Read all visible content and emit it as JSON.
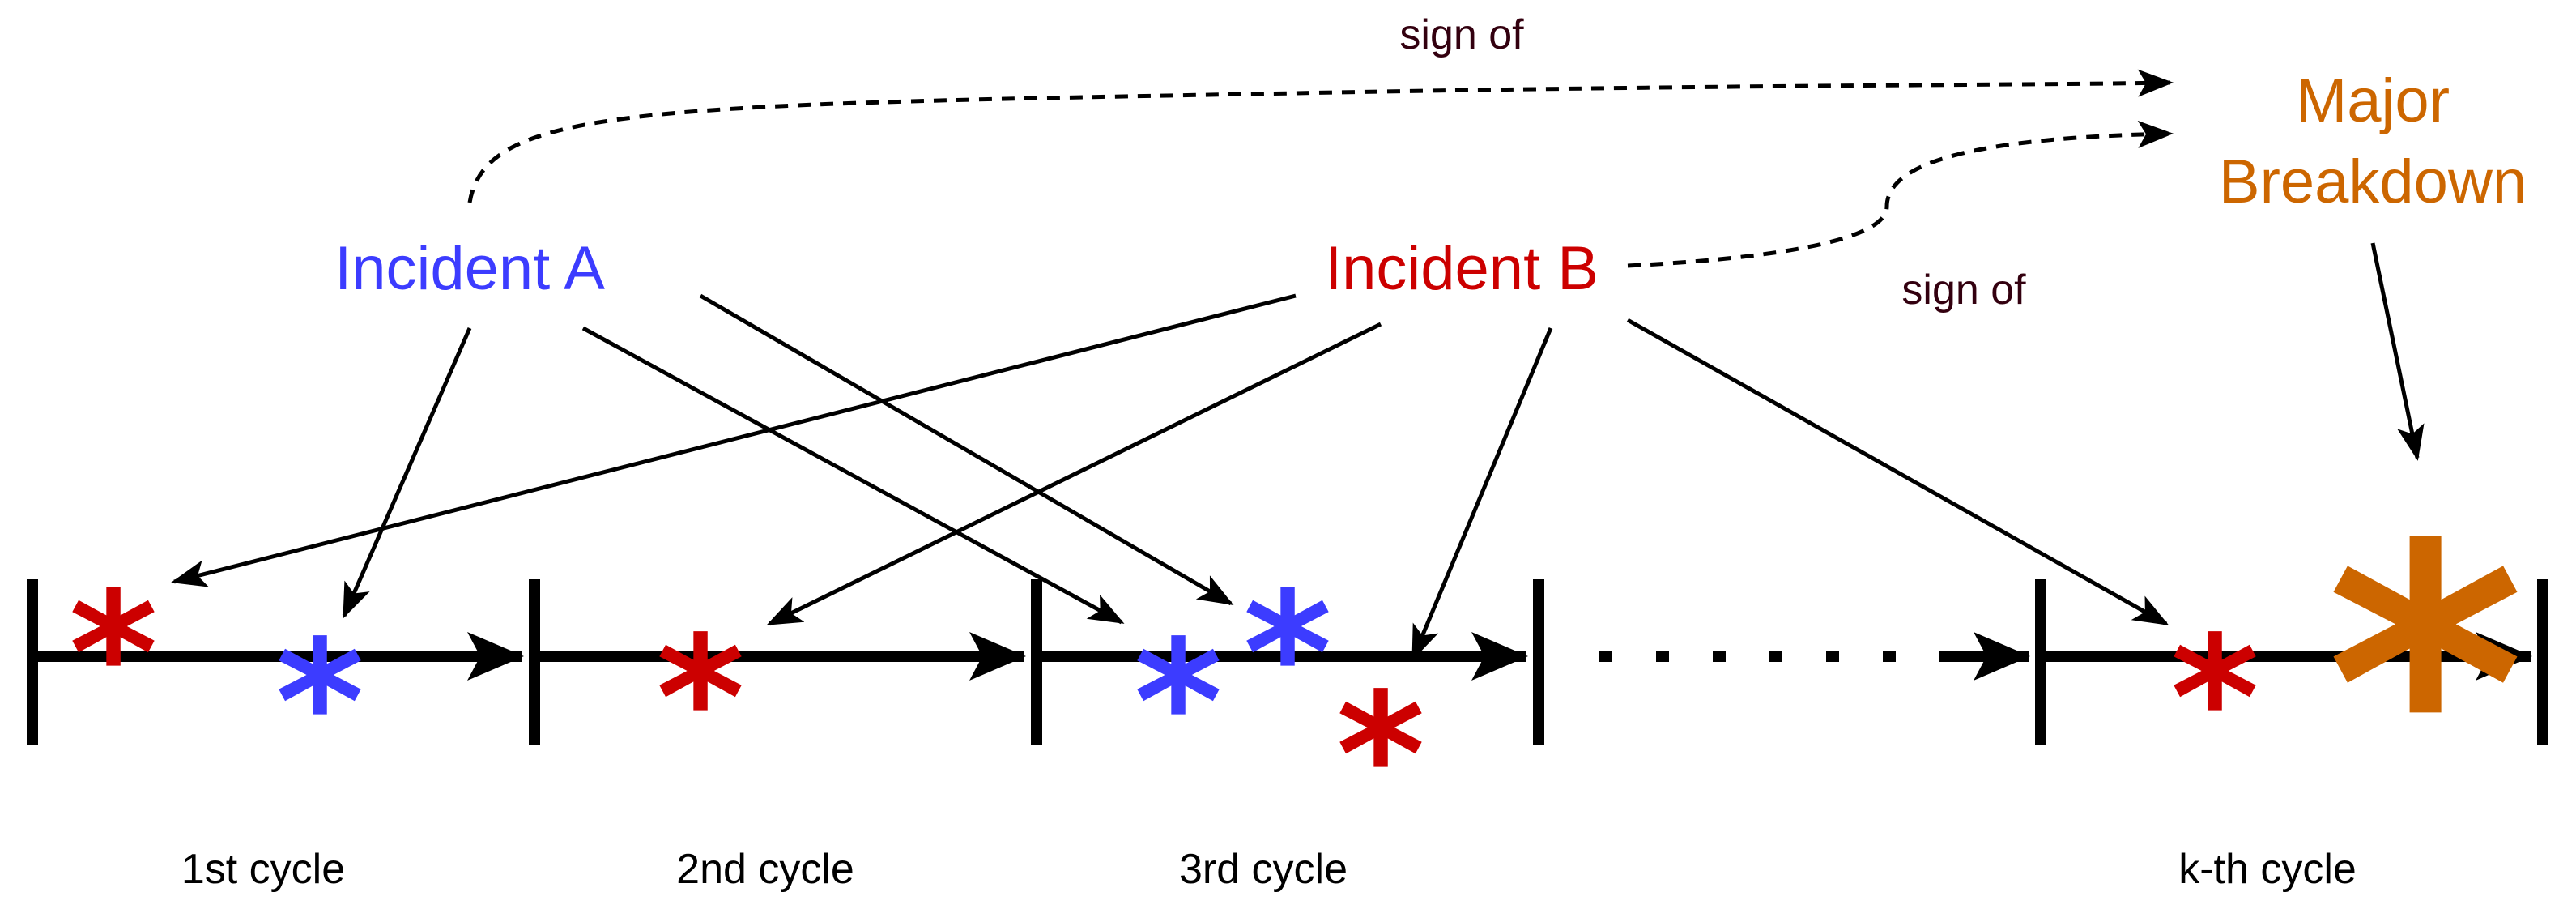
{
  "labels": {
    "incident_a": "Incident A",
    "incident_b": "Incident B",
    "major_line1": "Major",
    "major_line2": "Breakdown",
    "sign_of_top": "sign of",
    "sign_of_bottom": "sign of"
  },
  "cycles": [
    "1st cycle",
    "2nd cycle",
    "3rd cycle",
    "k-th cycle"
  ],
  "colors": {
    "incident_a": "#3c3cff",
    "incident_b": "#cc0000",
    "major": "#cc6600",
    "sign_of": "#33000f",
    "line": "#000000"
  }
}
